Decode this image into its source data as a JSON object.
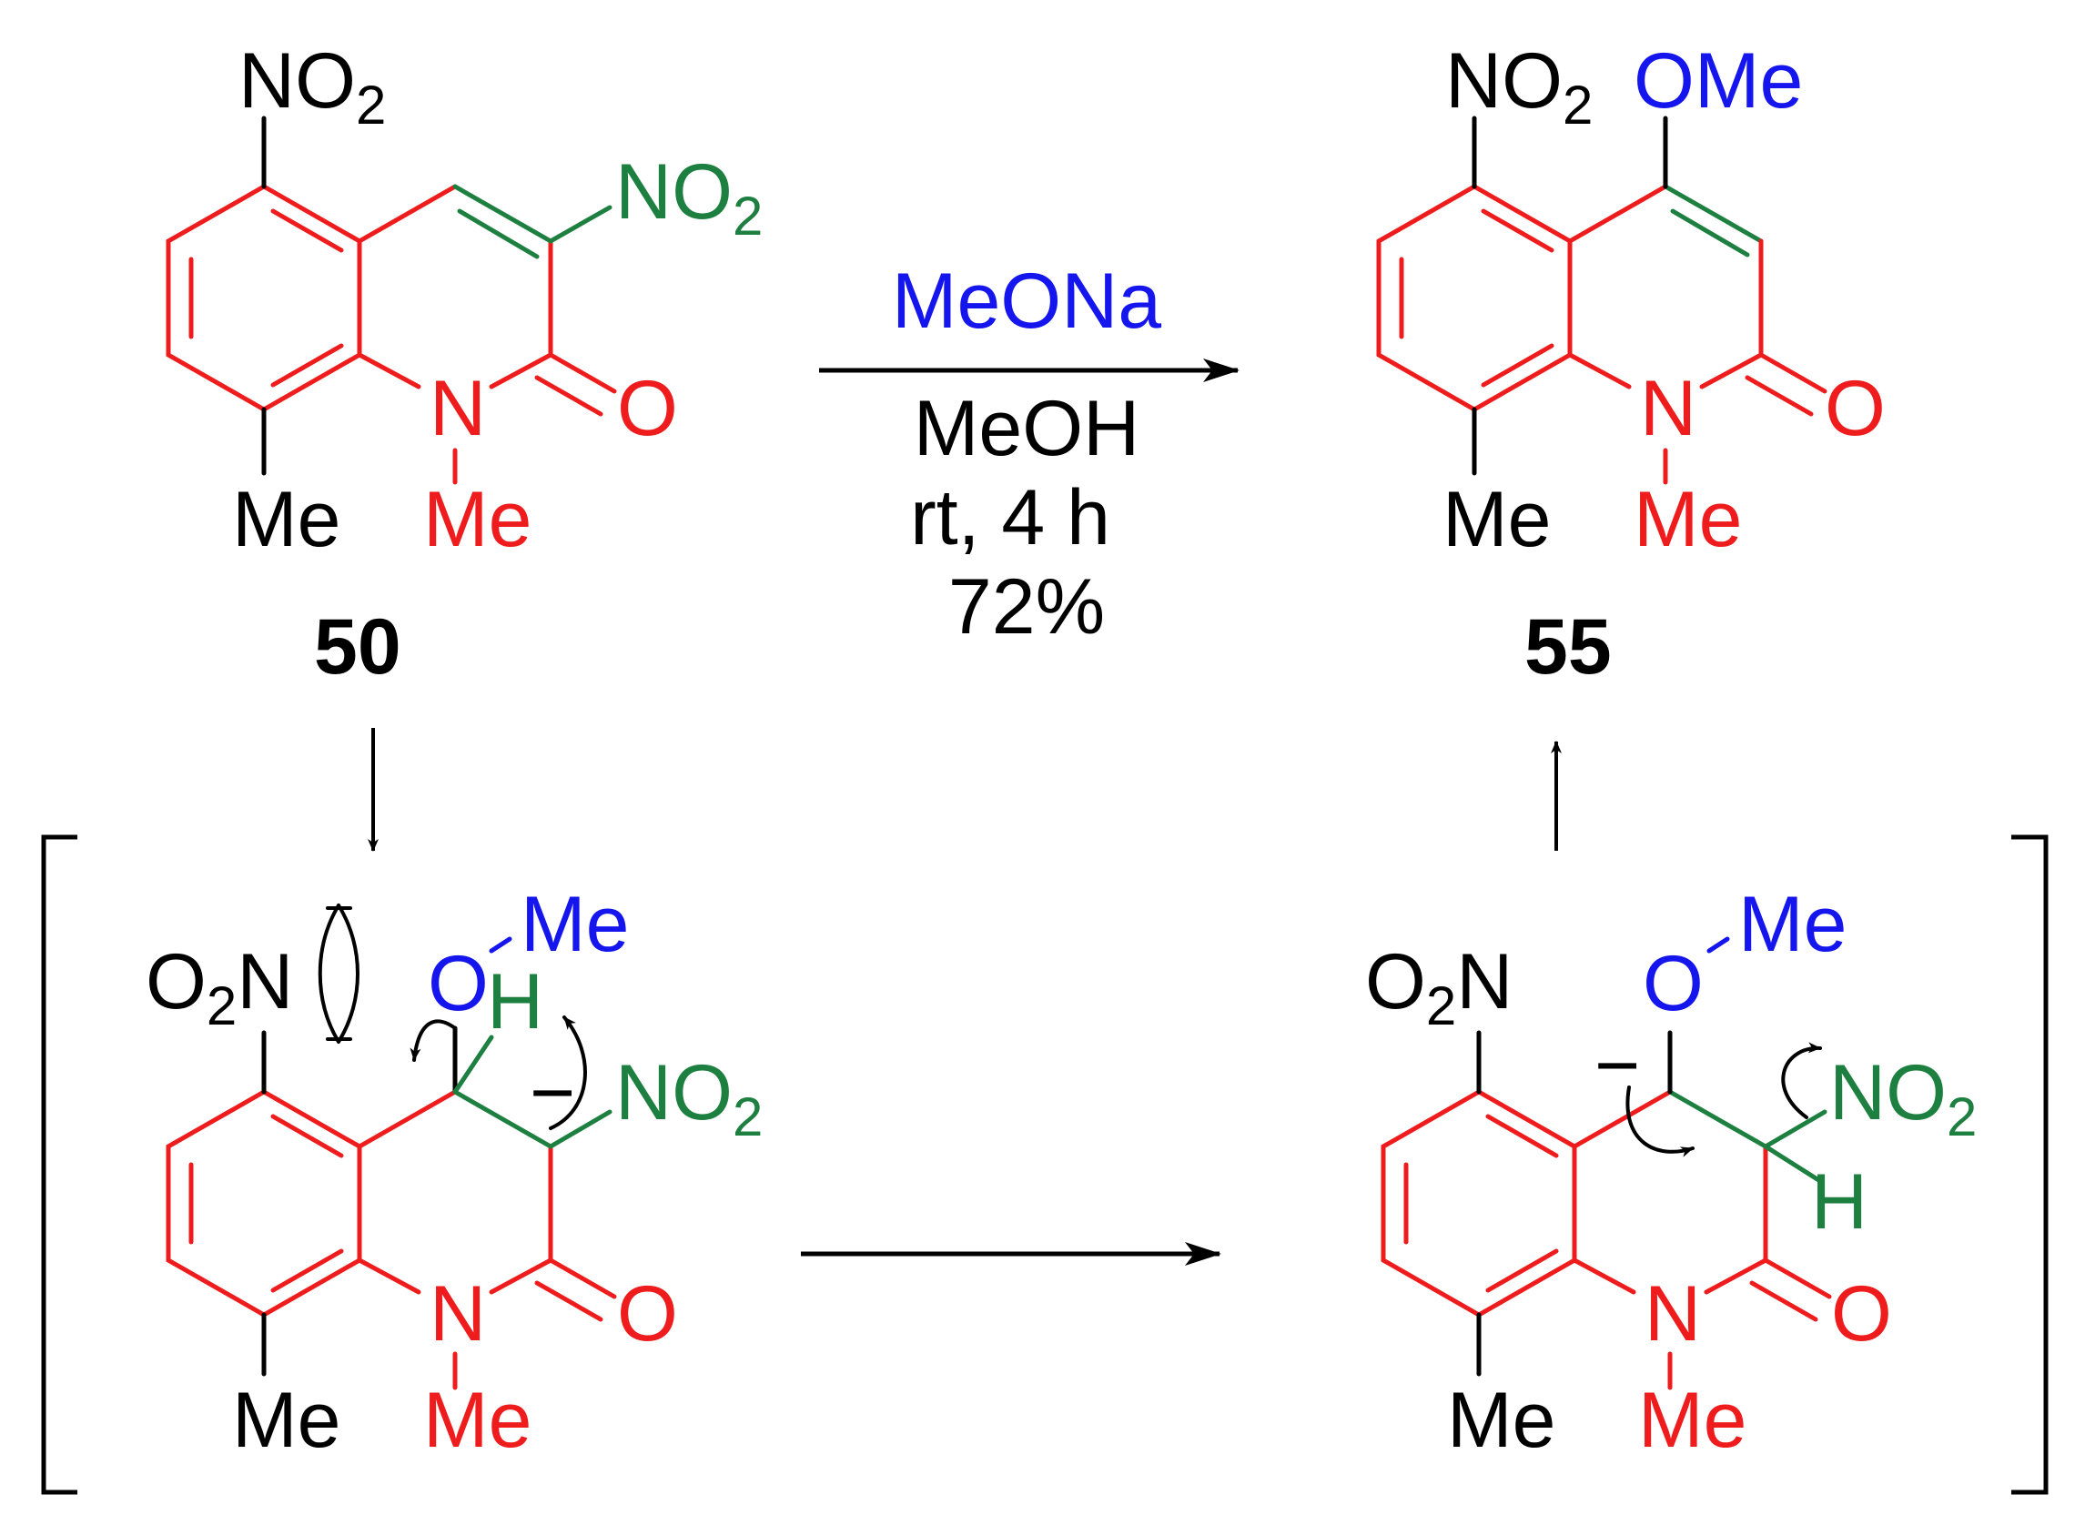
{
  "colors": {
    "ring": "#ee1c1c",
    "nitro": "#1e8040",
    "methoxy": "#1515ee",
    "neutral": "#000000"
  },
  "compounds": {
    "start": {
      "id": "50",
      "nitro_top": "NO",
      "nitro_top_sub": "2",
      "nitro_vinyl": "NO",
      "nitro_vinyl_sub": "2",
      "n_atom": "N",
      "o_atom": "O",
      "n_methyl": "Me",
      "ring_methyl": "Me"
    },
    "product": {
      "id": "55",
      "nitro_top": "NO",
      "nitro_top_sub": "2",
      "methoxy": "OMe",
      "n_atom": "N",
      "o_atom": "O",
      "n_methyl": "Me",
      "ring_methyl": "Me"
    },
    "intermediate_left": {
      "nitro_left_pre": "O",
      "nitro_left_sub": "2",
      "nitro_left_post": "N",
      "o_atom": "O",
      "o_methyl": "Me",
      "h_atom": "H",
      "charge": "−",
      "nitro_right": "NO",
      "nitro_right_sub": "2",
      "n_atom": "N",
      "c_o": "O",
      "n_methyl": "Me",
      "ring_methyl": "Me"
    },
    "intermediate_right": {
      "nitro_left_pre": "O",
      "nitro_left_sub": "2",
      "nitro_left_post": "N",
      "o_atom": "O",
      "o_methyl": "Me",
      "charge": "−",
      "nitro_right": "NO",
      "nitro_right_sub": "2",
      "h_atom": "H",
      "n_atom": "N",
      "c_o": "O",
      "n_methyl": "Me",
      "ring_methyl": "Me"
    }
  },
  "conditions": {
    "reagent": "MeONa",
    "solvent": "MeOH",
    "time": "rt, 4 h",
    "yield": "72%"
  }
}
